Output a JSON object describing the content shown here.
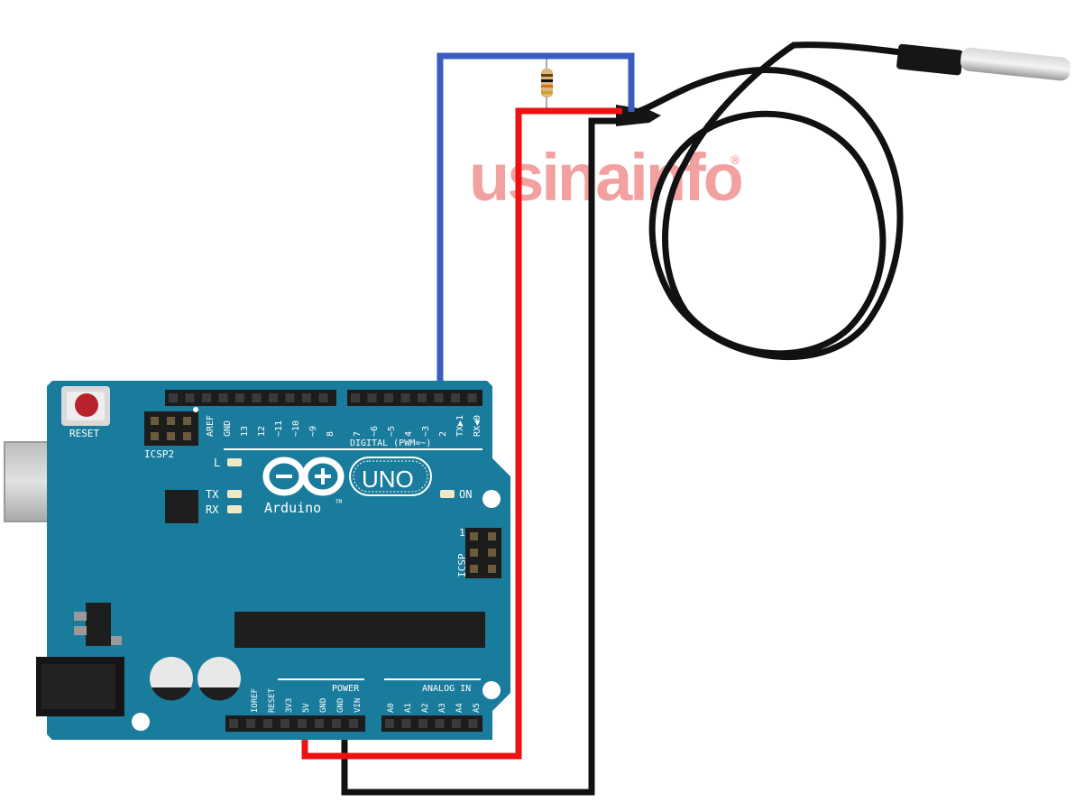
{
  "watermark": {
    "text": "usinainfo",
    "mark": "®"
  },
  "board": {
    "brand": "Arduino",
    "tm": "TM",
    "model": "UNO",
    "reset_label": "RESET",
    "icsp2_label": "ICSP2",
    "icsp_label": "ICSP",
    "icsp_pin1": "1",
    "led_l": "L",
    "led_tx": "TX",
    "led_rx": "RX",
    "led_on": "ON",
    "digital_label": "DIGITAL (PWM=~)",
    "power_label": "POWER",
    "analog_label": "ANALOG IN",
    "top_pins_left": [
      "AREF",
      "GND",
      "13",
      "12",
      "~11",
      "~10",
      "~9",
      "8"
    ],
    "top_pins_right": [
      "7",
      "~6",
      "~5",
      "4",
      "~3",
      "2",
      "TX▶1",
      "RX◀0"
    ],
    "power_pins": [
      "IOREF",
      "RESET",
      "3V3",
      "5V",
      "GND",
      "GND",
      "VIN"
    ],
    "analog_pins": [
      "A0",
      "A1",
      "A2",
      "A3",
      "A4",
      "A5"
    ]
  },
  "colors": {
    "board": "#1a7c9c",
    "wire_data": "#3a5bbf",
    "wire_power": "#ee1111",
    "wire_ground": "#111111",
    "watermark": "#f3a0a0"
  }
}
